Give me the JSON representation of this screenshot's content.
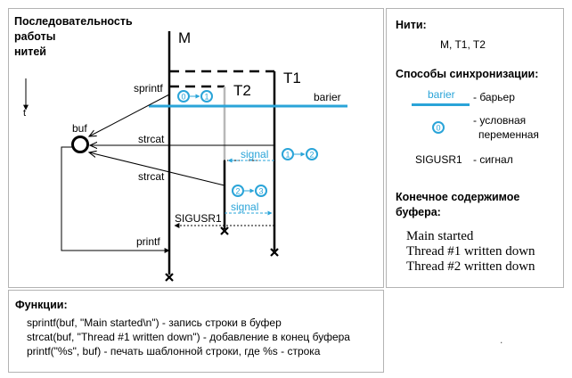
{
  "diagram": {
    "title_lines": [
      "Последовательность",
      "работы",
      "нитей"
    ],
    "time_label": "t",
    "threads": {
      "main": "M",
      "t1": "T1",
      "t2": "T2"
    },
    "buffer_label": "buf",
    "barrier_label": "barier",
    "calls": {
      "sprintf": "sprintf",
      "strcat_1": "strcat",
      "strcat_2": "strcat",
      "printf": "printf"
    },
    "signal_label_1": "signal",
    "signal_label_2": "signal",
    "sigusr1_label": "SIGUSR1",
    "cond_values": [
      "0",
      "1",
      "1",
      "2",
      "2",
      "3"
    ]
  },
  "legend": {
    "threads_title": "Нити:",
    "threads_list": "M, T1, T2",
    "sync_title": "Способы синхронизации:",
    "barrier_label": "barier",
    "barrier_desc": "- барьер",
    "cond_value": "0",
    "cond_desc_lines": [
      "- условная",
      "переменная"
    ],
    "signal_label": "SIGUSR1",
    "signal_desc": "- сигнал",
    "buffer_title_lines": [
      "Конечное содержимое",
      "буфера:"
    ],
    "buffer_lines": [
      "Main started",
      "Thread #1 written down",
      "Thread #2 written down"
    ]
  },
  "functions": {
    "title": "Функции:",
    "lines": [
      "sprintf(buf, \"Main started\\n\") - запись строки в буфер",
      "strcat(buf, \"Thread #1 written down\") - добавление в конец буфера",
      "printf(\"%s\", buf) - печать шаблонной строки, где %s - строка"
    ],
    "dot": "."
  },
  "colors": {
    "accent": "#2aa4d8",
    "gray": "#b8b8b8",
    "border": "#b3b3b3"
  }
}
